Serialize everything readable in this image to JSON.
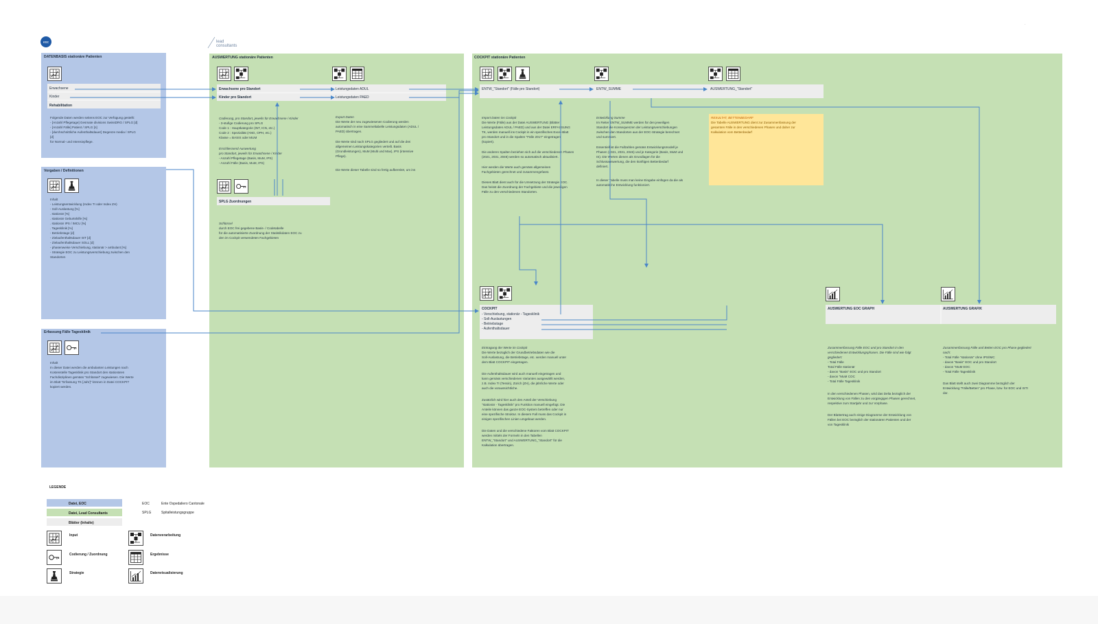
{
  "logos": {
    "eoc": "eoc",
    "lead_line1": "lead",
    "lead_line2": "consultants"
  },
  "corner_mark": "·",
  "panels": {
    "datenbasis": {
      "title": "DATENBASIS stationäre Patienten",
      "rows": [
        "Erwachsene",
        "Kinder",
        "Rehabilitation"
      ],
      "text": [
        "Folgende Daten werden seitens EOC zur Verfügung gestellt:",
        "- [Anzahl Pflegetage] Gesmate divisions SwissDRG / SPLG [d]",
        "- [Anzahl Fälle] Patient / SPLG [n]",
        "- [durchschnittliche Aufenthaltsdauer] Degenze media / SPLG",
        "[d]",
        "für Normal- und Intensivpflege."
      ]
    },
    "vorgaben": {
      "title": "Vorgaben / Definitionen",
      "text": [
        "Inhalt",
        "- Leistungsentwicklung (Index TI oder Index ZH)",
        "- Soll-Auslastung [%]",
        "    . stationär [%]",
        "    . stationär Geburtshilfe [%]",
        "    . stationär IPS / IMCU [%]",
        "    . Tagesklinik [%]",
        "- Betriebstage [d]",
        "- Zielaufenthaltsdauer IST [d]",
        "- Zielaufenthaltsdauer SOLL [d]",
        "- phasenweise Verschiebung, stationär > ambulant [%]",
        "- Strategie EOC zu Leistungsverschiebung zwischen den",
        "Standorten"
      ]
    },
    "erfassung": {
      "title": "Erfassung Fälle Tagesklinik",
      "text": [
        "Inhalt",
        "In dieser Datei werden die ambulanten Leistungen nach",
        "Kostenstelle Tagesklinik pro Standort den stationären",
        "Fachdisziplinen gemäss \"Schlüssel\" zugewiesen. Die Werte",
        "im Blatt \"Erfassung TK [Jahr]\" können in Datei COCKPIT",
        "kopiert werden."
      ]
    },
    "auswertung": {
      "title": "AUSWERTUNG stationäre Patienten",
      "rows_left": [
        "Erwachsene pro Standort",
        "Kinder pro Standort"
      ],
      "rows_right": [
        "Leistungsdaten ADUL",
        "Leistungsdaten PAED"
      ],
      "splg_label": "SPLG Zuordnungen",
      "coding_text": [
        "Codierung, pro Standort, jeweils für Erwachsene / Kinder",
        "- 3-stufige Codierung pro SPLG",
        "   Code 1 : Hauptkategorie (INT, ICN, etc.)",
        "   Code 2 : Spezialität (ANG, OPH, etc.)",
        "   Klasse = BASIS oder MUM",
        "",
        "Erschliessend Auswertung",
        "pro Standort, jeweils für Erwachsene / Kinder",
        "- Anzahl Pflegetage (Basis, MuM, IPS)",
        "- Anzahl Fälle (Basis, MuM, IPS)"
      ],
      "export_text": [
        "Export Daten",
        "Die Werte der neu zugewiesenen Codierung werden",
        "automatisch in eine Sammeltabelle Leistungsdaten (ADUL /",
        "PAED) übertragen.",
        "",
        "Die Werte sind nach SPLG gegliedert und auf die drei",
        "allgemeinen Leistungskategorien verteilt. Basis",
        "(Grundleistungen), MuM (Multi und Max), IPS (intensive",
        "Pflege).",
        "",
        "Die Werte dieser Tabelle sind so fertig aufbereitet, um ins"
      ],
      "schluessel_text": [
        "Schlüssel",
        "durch EOC frei gegebene Basis- / Codetabelle",
        "für die automatisierte Zuordnung der Statistikdaten EOC zu",
        "den im Cockpit verwendeten Fachgebieten"
      ]
    },
    "cockpit": {
      "title": "COCKPIT stationäre Patienten",
      "sheet_entw": "ENTW_\"Standort\" (Fälle pro Standort)",
      "sheet_summe": "ENTW_SUMME",
      "sheet_ausw": "AUSWERTUNG_\"Standort\"",
      "import_text": [
        "Import Daten ins Cockpit",
        "Die Werte (Fälle) aus der Datei AUSWERTUNG (Blätter",
        "Leistungsdaten ADUL / PAED) und aus der Datei ERFASSUNG",
        "TK, werden manuell ins Cockpit in ein spezifisches Excel-Blatt",
        "pro Standort und in die Spalten \"Fälle 2017\" eingetragen",
        "(kopiert).",
        "",
        "Die anderen Spalten beziehen sich auf die verschiedenen Phasen",
        "(2021, 2031, 2046) werden so automatisch aktualisiert.",
        "",
        "Hier werden die Werte auch gemäss allgemeinen",
        "Fachgebieten gerechnet und zusammengefasst.",
        "",
        "Dieses Blatt dient auch für die Umsetzung der Strategie EOC.",
        "Das heisst die Zuordnung der Fachgebiete und die jeweiligen",
        "Fälle zu den verschiedenen Standorten."
      ],
      "summe_text": [
        "Entwicklung Summe",
        "Im Reiter ENTW_SUMME werden für den jeweiligen",
        "Standort die Konsequenzen der Leistungsverschiebungen",
        "zwischen den Standorten aus der EOC-Strategie berechnet",
        "und summiert.",
        "",
        "Essentiell ist die Fallzahlen gemäss Entwicklungsmodell je",
        "Phasen (2021, 2031, 2046) und je Kategorie (Basis, MuM und",
        "IS). Die Werten dienen als Grundlagen für die",
        "Schlussauswertung, die den künftigen Bettenbedarf",
        "definiert.",
        "",
        "In dieser Tabelle muss man keine Eingabe einfügen da die als",
        "automatische Entwicklung funktioniert."
      ],
      "resultat_text": [
        "RESULTAT, BETTENBEDARF",
        "Die Tabelle AUSWERTUNG dient zur Zusammenfassung der",
        "gesamten Fälle in den verschiedenen Phasen und daher zur",
        "Kalkulation vom Bettenbedarf"
      ],
      "cockpit_sheet_title": "COCKPIT",
      "cockpit_sheet_rows": [
        "- Verschiebung, stationär - Tagesklinik",
        "- Soll-Auslastungen",
        "- Betriebstage",
        "- Aufenthaltsdauer"
      ],
      "cockpit_text": [
        "Eintragung der Werte im Cockpit",
        "Die Werte bezüglich der Grundbetriebsdaten wie die",
        "Soll-Auslastung, die Betriebstage, etc. werden manuell unter",
        "dem Blatt COCKPIT eingetragen.",
        "",
        "Die Aufenthaltsdauer wird auch manuell eingetragen und",
        "kann gemäss verschiedenen Varianten ausgewählt werden,",
        "z.B. Index TI (Tessin), Zürich (ZH), die jährliche Werte oder",
        "auch die voraussichtliche.",
        "",
        "Zusätzlich wird hier auch den Anteil der Verschiebung",
        "\"stationär - Tagesklinik\" pro Funktion manuell eingefügt. Die",
        "Anteile können das ganze EOC-System betreffen oder nur",
        "eine spezifische Struktur. In diesem Fall muss das Cockpit in",
        "einigen spezifischen Linien umgebaut werden.",
        "",
        "Die Daten und die verschiedene Faktoren vom Blatt COCKPIT",
        "werden mittels der Formeln in den Tabellen",
        "ENTW_\"Standort\" und AUSWERTUNG_\"Standort\" für die",
        "Kalkulation übertragen."
      ],
      "graph_eoc_label": "AUSWERTUNG EOC GRAPH",
      "graph_label": "AUSWERTUNG GRAFIK",
      "graph_eoc_text": [
        "Zusammenfassung Fälle EOC und pro Standort in den",
        "verschiedenen Entwicklungsphasen. Die Fälle sind wie folgt",
        "gegliedert:",
        "- Total Fälle",
        "  Total Fälle stationär",
        "    - davon \"Basis\" EOC und pro Standort",
        "    - davon \"MuM COC",
        "- Total Fälle Tagesklinik",
        "",
        "In den verschiedenen Phasen, wird das Delta bezüglich der",
        "Entwicklung von Fällen zu den vorgängigen Phasen gerechnet,",
        "respektive zum Startjahr und zur Vorphase.",
        "",
        "Der Blattertrag auch einige Diagramme der Entwicklung von",
        "Fällen bei EOC bezüglich der stationären Patienten und der",
        "von Tagesklinik"
      ],
      "graph_text": [
        "Zusammenfassung Fälle und Betten EOC pro Phase gegliedert",
        "nach:",
        "- Total Fälle \"stationär\" ohne IPS/IMC",
        "    - davon \"Basis\" EOC und pro Standort",
        "    - davon \"MuM EOC",
        "- Total Fälle Tagesklinik",
        "",
        "Das Blatt stellt auch zwei Diagramme bezüglich der",
        "Entwicklung \"Fälle/Betten\" pro Phase, bzw. für EOC und ISTI",
        "dar."
      ]
    }
  },
  "legend": {
    "title": "LEGENDE",
    "datei_eoc": "Datei, EOC",
    "datei_lead": "Datei, Lead Consultants",
    "blaetter": "Blätter (Inhalte)",
    "abbr": [
      {
        "key": "EOC",
        "value": "Ente Ospedaliero Cantonale"
      },
      {
        "key": "SPLG",
        "value": "Spitalleistungsgruppe"
      }
    ],
    "icons": [
      {
        "label": "Input",
        "icon": "input-icon"
      },
      {
        "label": "Datenverarbeitung",
        "icon": "processing-icon"
      },
      {
        "label": "Codierung / Zuordnung",
        "icon": "key-icon"
      },
      {
        "label": "Ergebnisse",
        "icon": "table-icon"
      },
      {
        "label": "Strategie",
        "icon": "chess-icon"
      },
      {
        "label": "Datenvisualisierung",
        "icon": "chart-icon"
      }
    ]
  },
  "colors": {
    "eoc_blue": "#b4c7e7",
    "lead_green": "#c5e0b4",
    "sheet_grey": "#ededed",
    "result_yellow": "#ffe699",
    "flow_line": "#4a86c8"
  }
}
